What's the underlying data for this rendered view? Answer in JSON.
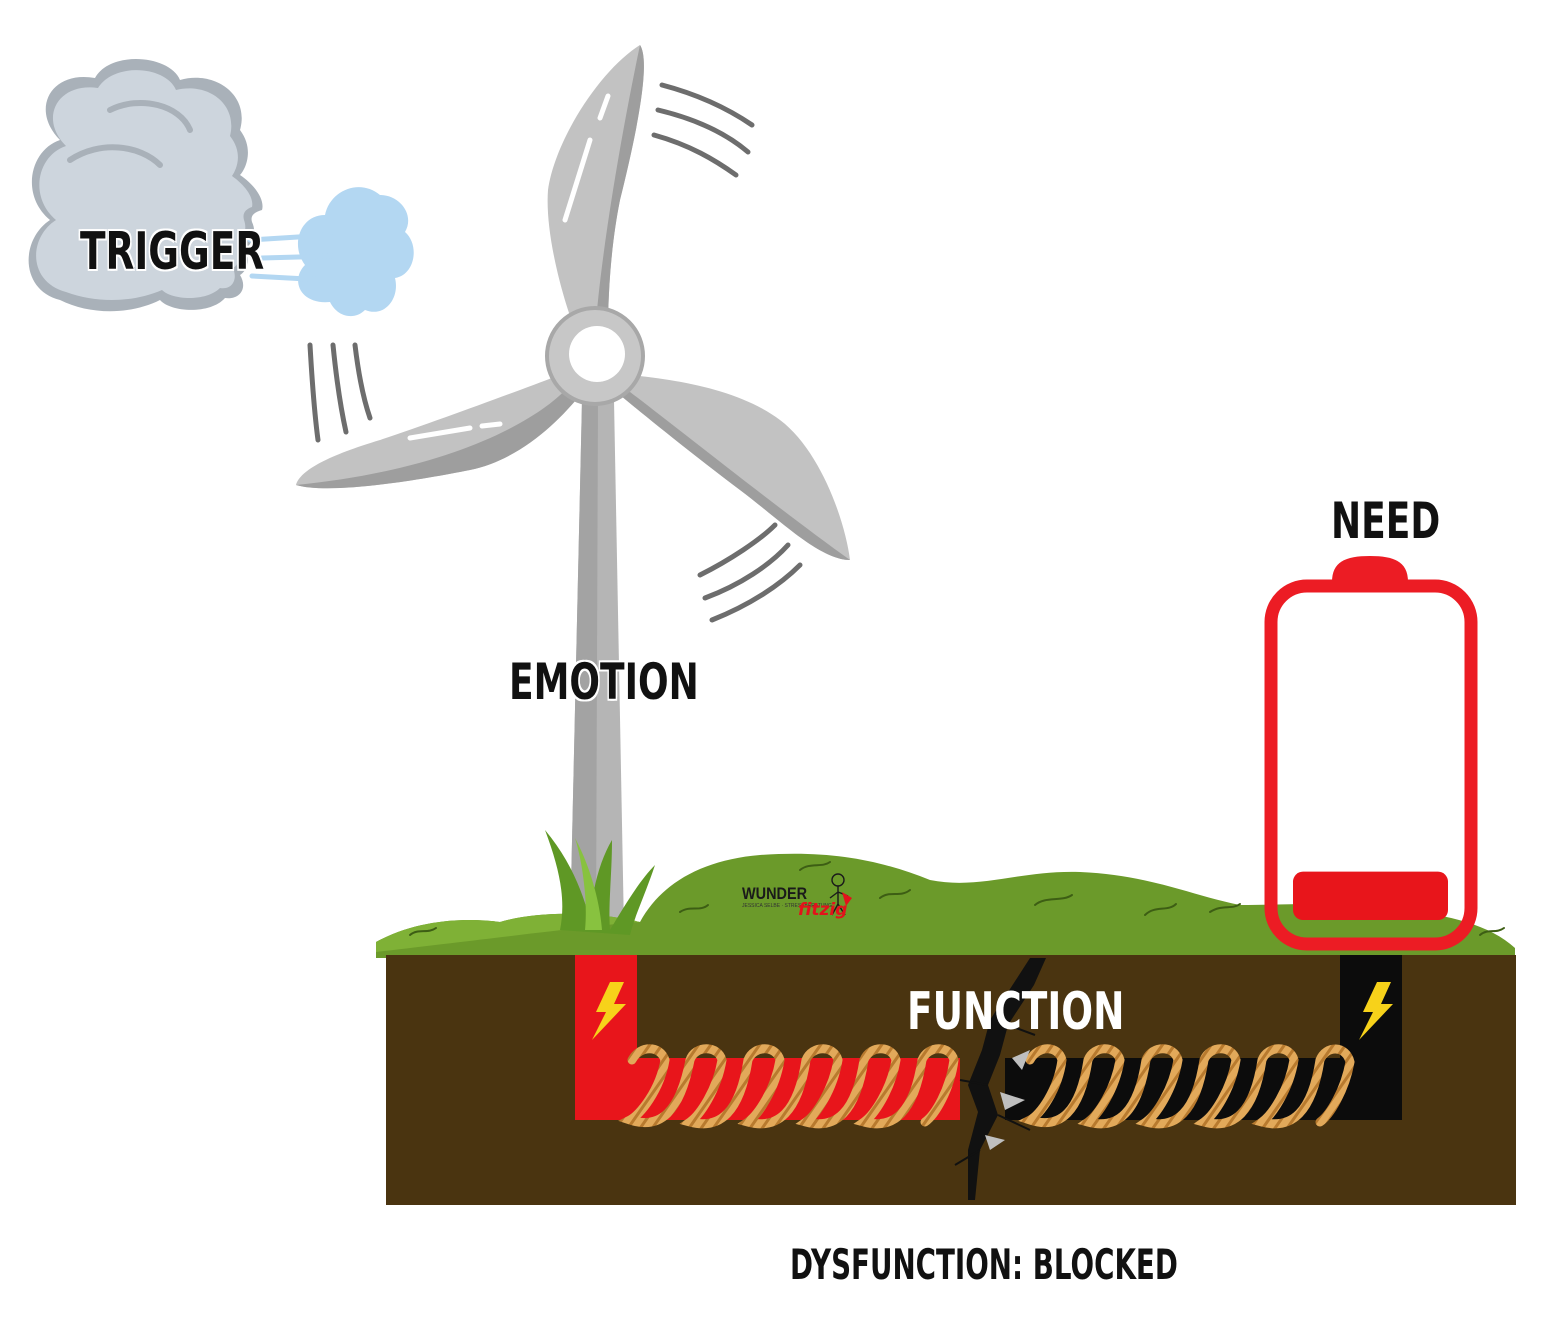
{
  "labels": {
    "trigger": "TRIGGER",
    "emotion": "EMOTION",
    "need": "NEED",
    "function": "FUNCTION",
    "dysfunction": "DYSFUNCTION: BLOCKED"
  },
  "logo": {
    "word1": "WUNDER",
    "word2": "fitzig",
    "tagline": "JESSICA SELBE · STRESSBERATUNG"
  },
  "colors": {
    "cloud": "#cdd5dd",
    "air_puff": "#b3d7f2",
    "turbine": "#b5b5b5",
    "grass": "#6b9a2a",
    "soil": "#4a3410",
    "battery": "#ec1c24",
    "spring_red": "#e8151b",
    "spring_black": "#0c0c0c",
    "rope": "#e2a95a",
    "bolt": "#f7d21a"
  },
  "icons": [
    "face-cloud-icon",
    "air-puff-icon",
    "wind-turbine-icon",
    "battery-low-icon",
    "lightning-bolt-icon",
    "crack-icon",
    "coil-spring-icon"
  ],
  "battery_level": 0.12
}
